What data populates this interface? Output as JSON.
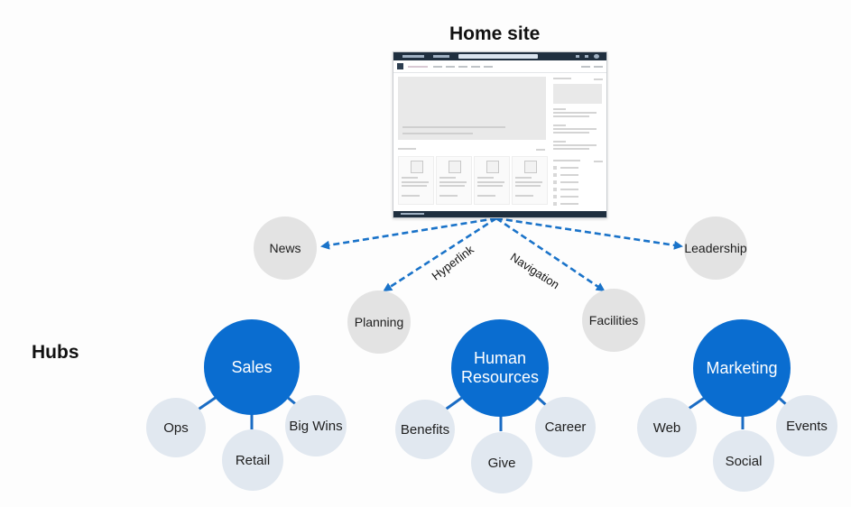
{
  "home_site": {
    "title": "Home site"
  },
  "hubs_title": "Hubs",
  "nav_nodes": {
    "news": "News",
    "planning": "Planning",
    "facilities": "Facilities",
    "leadership": "Leadership"
  },
  "edge_labels": {
    "hyperlink": "Hyperlink",
    "navigation": "Navigation"
  },
  "hubs": {
    "sales": {
      "label": "Sales",
      "children": [
        "Ops",
        "Retail",
        "Big Wins"
      ]
    },
    "hr": {
      "label": "Human Resources",
      "children": [
        "Benefits",
        "Give",
        "Career"
      ]
    },
    "marketing": {
      "label": "Marketing",
      "children": [
        "Web",
        "Social",
        "Events"
      ]
    }
  },
  "colors": {
    "hub": "#0a6dd0",
    "arrow": "#1a73c9",
    "connector": "#1a6cc4",
    "nav_node": "#e3e3e3",
    "child_node": "#e1e8f0"
  }
}
